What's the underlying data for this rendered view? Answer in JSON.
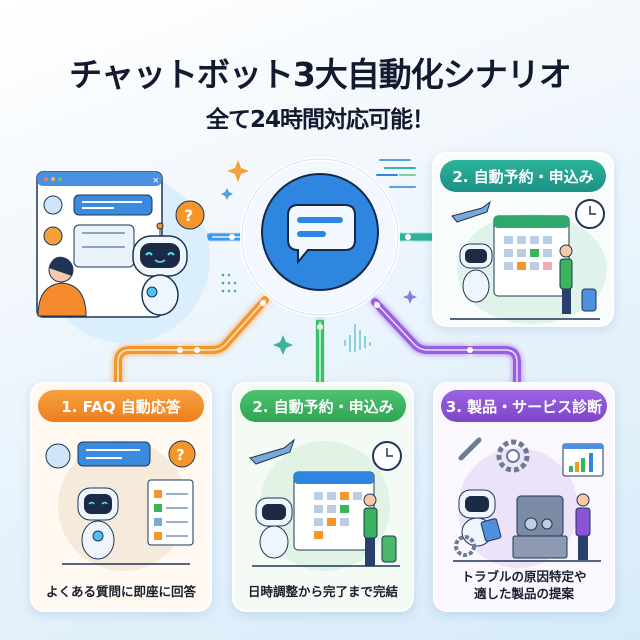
{
  "header": {
    "title": "チャットボット3大自動化シナリオ",
    "subtitle": "全て24時間対応可能！"
  },
  "hub": {
    "icon": "chat-bubble-icon",
    "color": "#2f86e0"
  },
  "connectors": {
    "faq": "#f5962a",
    "booking": "#3cc06a",
    "diagnosis": "#9a5ee0",
    "top_left": "#3a9ae8",
    "top_right": "#2bb39a"
  },
  "top_right_card": {
    "label": "2. 自動予約・申込み",
    "color": "#22a08f"
  },
  "scenarios": [
    {
      "label": "1. FAQ 自動応答",
      "caption": "よくある質問に即座に回答",
      "color": "#f28a22",
      "tint": "#fdf1e3"
    },
    {
      "label": "2. 自動予約・申込み",
      "caption": "日時調整から完了まで完結",
      "color": "#3bb35d",
      "tint": "#e8f6ea"
    },
    {
      "label": "3. 製品・サービス診断",
      "caption_line1": "トラブルの原因特定や",
      "caption_line2": "適した製品の提案",
      "color": "#8a54d6",
      "tint": "#efe8fb"
    }
  ]
}
